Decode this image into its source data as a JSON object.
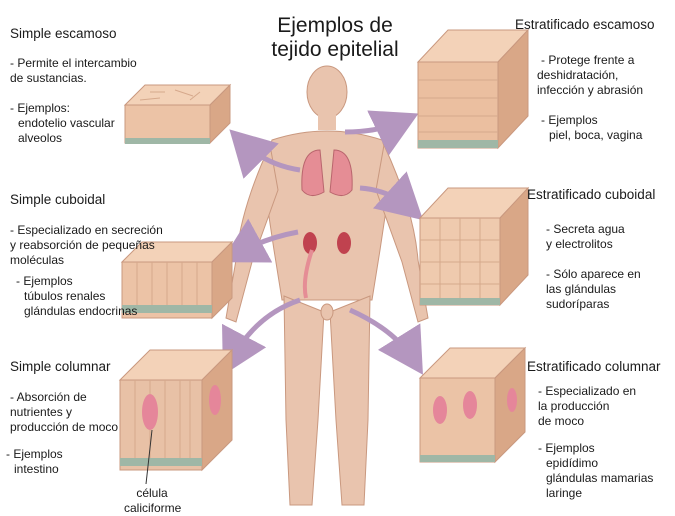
{
  "title": [
    "Ejemplos de",
    "tejido epitelial"
  ],
  "colors": {
    "arrow": "#b496bf",
    "skin": "#e9c4ae",
    "skin_shadow": "#c9987f",
    "organ": "#e58d95",
    "cube_top": "#f3d2b8",
    "cube_side": "#d9a787",
    "basement": "#9fb7a6"
  },
  "panels": [
    {
      "heading": "Simple escamoso",
      "lines": [
        "- Permite el intercambio",
        "de sustancias.",
        "",
        "- Ejemplos:",
        "endotelio vascular",
        "alveolos"
      ]
    },
    {
      "heading": "Simple cuboidal",
      "lines": [
        "- Especializado en secreción",
        "y reabsorción de pequeñas",
        "moléculas",
        "- Ejemplos",
        "túbulos renales",
        "glándulas endocrinas"
      ]
    },
    {
      "heading": "Simple columnar",
      "lines": [
        "- Absorción de",
        "nutrientes y",
        "producción de moco",
        "",
        "- Ejemplos",
        "intestino"
      ]
    },
    {
      "heading": "Estratificado escamoso",
      "lines": [
        "- Protege frente a",
        "deshidratación,",
        "infección y abrasión",
        "",
        "- Ejemplos",
        "piel, boca, vagina"
      ]
    },
    {
      "heading": "Estratificado cuboidal",
      "lines": [
        "- Secreta agua",
        "y electrolitos",
        "",
        "- Sólo aparece en",
        "las glándulas",
        "sudoríparas"
      ]
    },
    {
      "heading": "Estratificado columnar",
      "lines": [
        "- Especializado en",
        "la producción",
        "de moco",
        "",
        "- Ejemplos",
        "epidídimo",
        "glándulas mamarias",
        "laringe"
      ]
    }
  ],
  "goblet_label": [
    "célula",
    "caliciforme"
  ]
}
